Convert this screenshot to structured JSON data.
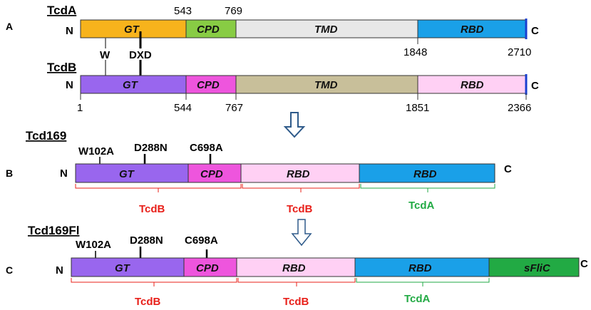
{
  "panels": {
    "a": "A",
    "b": "B",
    "c": "C"
  },
  "tcda": {
    "title": "TcdA",
    "n_term": "N",
    "c_term": "C",
    "domains": [
      "GT",
      "CPD",
      "TMD",
      "RBD"
    ],
    "colors": [
      "#f7b31c",
      "#88cc44",
      "#e8e8e8",
      "#1aa0e8"
    ],
    "positions_top": [
      "543",
      "769"
    ],
    "positions_bottom": [
      "1848",
      "2710"
    ],
    "motifs": [
      "W",
      "DXD"
    ]
  },
  "tcdb": {
    "title": "TcdB",
    "n_term": "N",
    "c_term": "C",
    "domains": [
      "GT",
      "CPD",
      "TMD",
      "RBD"
    ],
    "colors": [
      "#9966ee",
      "#ee55dd",
      "#c8bf9a",
      "#ffd0f4"
    ],
    "positions_bottom": [
      "1",
      "544",
      "767",
      "1851",
      "2366"
    ]
  },
  "tcd169": {
    "title": "Tcd169",
    "n_term": "N",
    "c_term": "C",
    "mutations": [
      "W102A",
      "D288N",
      "C698A"
    ],
    "domains": [
      "GT",
      "CPD",
      "RBD",
      "RBD"
    ],
    "origins": [
      "TcdB",
      "TcdB",
      "TcdA"
    ]
  },
  "tcd169fl": {
    "title": "Tcd169Fl",
    "n_term": "N",
    "c_term": "C",
    "mutations": [
      "W102A",
      "D288N",
      "C698A"
    ],
    "domains": [
      "GT",
      "CPD",
      "RBD",
      "RBD",
      "sFliC"
    ],
    "origins": [
      "TcdB",
      "TcdB",
      "TcdA"
    ]
  },
  "colors": {
    "tcdb_label": "#e8201a",
    "tcda_label": "#22aa44",
    "gt_purple": "#9966ee",
    "cpd_pink": "#ee55dd",
    "rbd_light": "#ffd0f4",
    "rbd_blue": "#1aa0e8",
    "flic_green": "#22aa44",
    "arrow": "#2e5a8a"
  }
}
